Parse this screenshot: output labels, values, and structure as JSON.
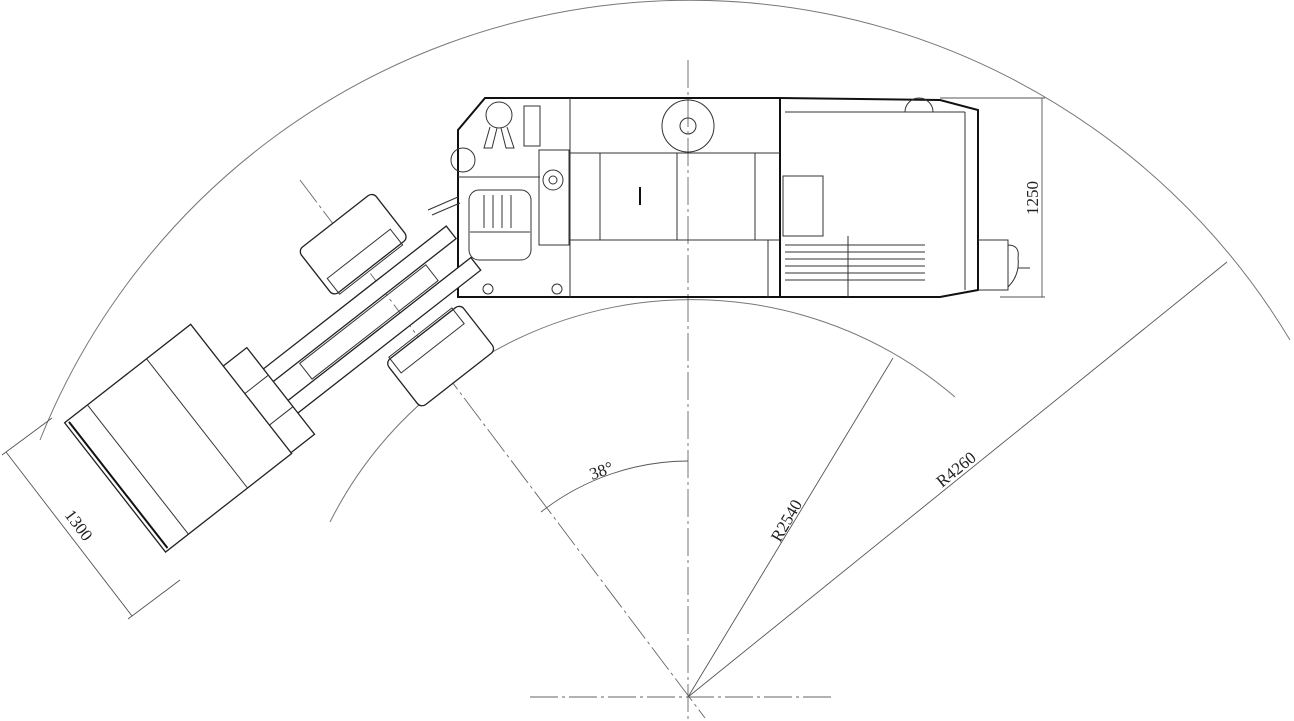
{
  "drawing": {
    "type": "turning-radius plan view",
    "dimensions": {
      "width_rear": "1250",
      "width_bucket": "1300",
      "inner_radius": "R2540",
      "outer_radius": "R4260",
      "articulation_angle": "38°"
    },
    "colors": {
      "line": "#222222",
      "dimension_line": "#777777",
      "background": "#ffffff"
    }
  }
}
